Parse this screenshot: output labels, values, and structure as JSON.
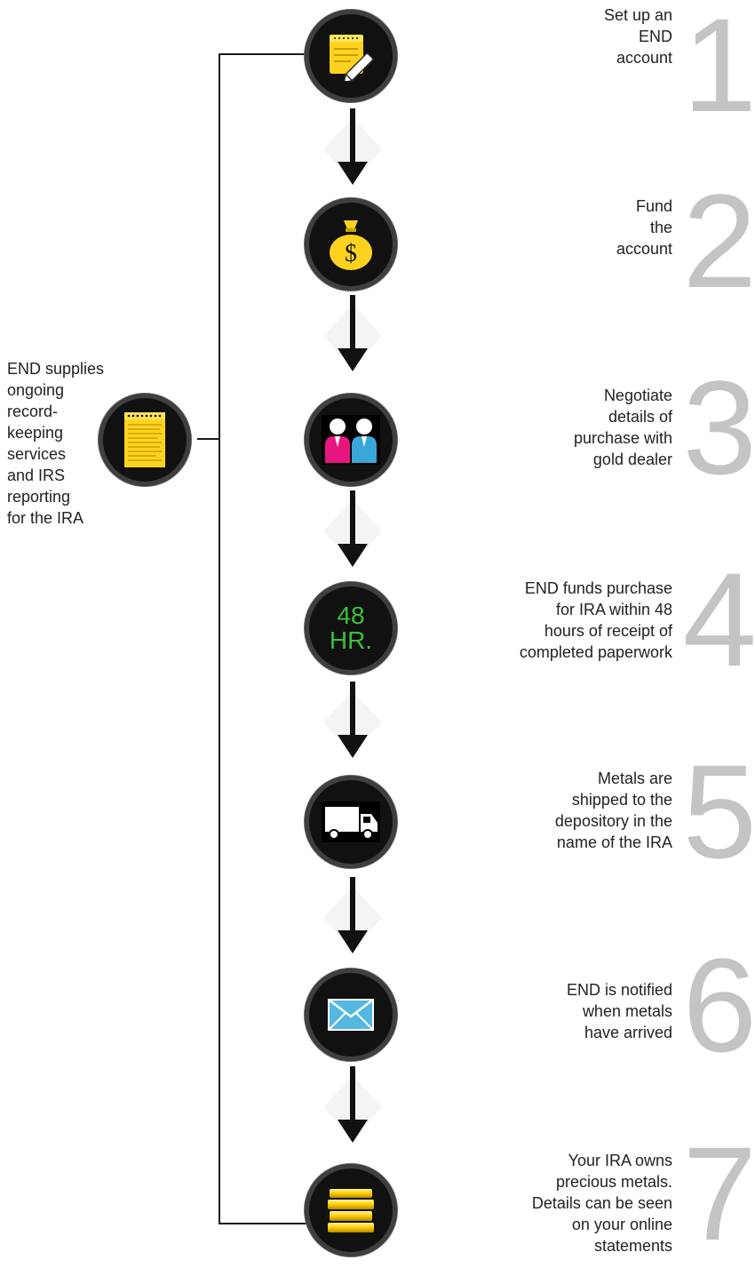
{
  "steps": [
    {
      "number": "1",
      "text": "Set up an\nEND\naccount",
      "icon": "notepad-pencil-icon"
    },
    {
      "number": "2",
      "text": "Fund\nthe\naccount",
      "icon": "money-bag-icon"
    },
    {
      "number": "3",
      "text": "Negotiate\ndetails of \npurchase with\ngold dealer",
      "icon": "two-people-icon"
    },
    {
      "number": "4",
      "text": "END funds purchase\nfor IRA  within 48\nhours of receipt of\ncompleted paperwork",
      "icon": "48-hour-icon",
      "icon_text_1": "48",
      "icon_text_2": "HR."
    },
    {
      "number": "5",
      "text": "Metals are\nshipped to the\ndepository in the\nname of the IRA",
      "icon": "truck-icon"
    },
    {
      "number": "6",
      "text": "END is notified \nwhen metals\nhave arrived",
      "icon": "envelope-icon"
    },
    {
      "number": "7",
      "text": "Your IRA owns\nprecious metals.\nDetails can be seen\non your online\nstatements",
      "icon": "gold-bars-icon"
    }
  ],
  "side": {
    "text": "END supplies\nongoing\nrecord-\nkeeping\nservices\nand IRS\nreporting\nfor the IRA",
    "icon": "document-list-icon"
  },
  "colors": {
    "circle": "#111111",
    "ring": "#3f3f3f",
    "number": "#c4c4c4",
    "icon_yellow": "#ffd21f",
    "person_pink": "#e8177f",
    "person_blue": "#3aa7d9",
    "envelope": "#54b8e0",
    "hr_green": "#3bbf3b"
  }
}
